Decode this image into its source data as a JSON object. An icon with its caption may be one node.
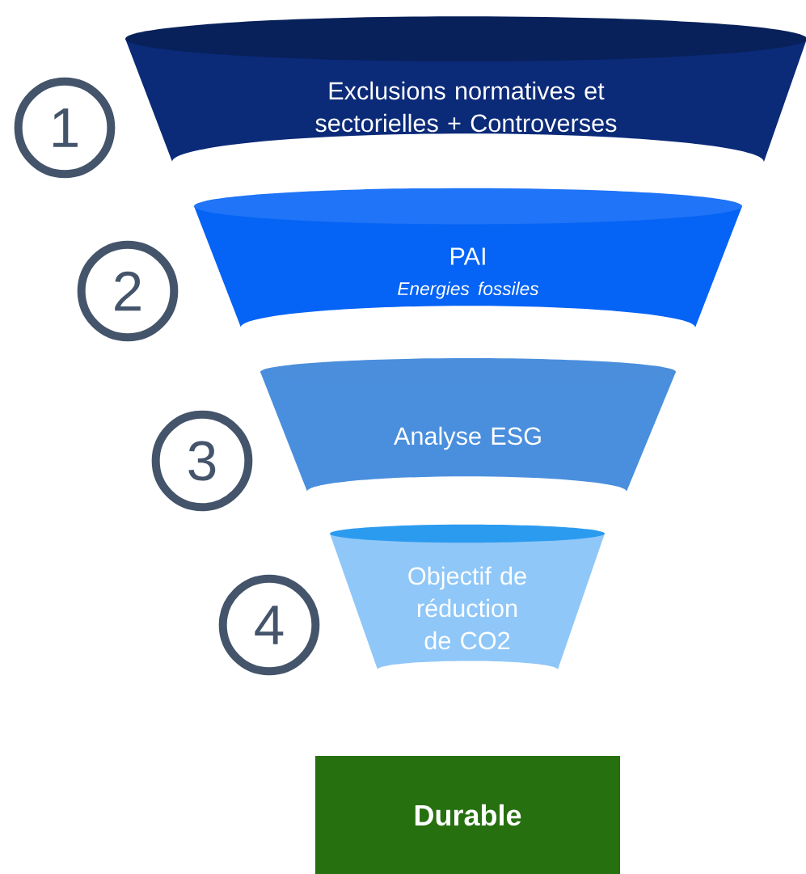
{
  "diagram": {
    "nodes": [
      {
        "text": [
          "1"
        ]
      },
      {
        "text": [
          "Exclusions normatives et sectorielles + Controverses"
        ]
      },
      {
        "text": [
          "2"
        ]
      },
      {
        "text": [
          "PAI",
          "Energies fossiles"
        ]
      },
      {
        "text": [
          "3"
        ]
      },
      {
        "text": [
          "Analyse ESG"
        ]
      },
      {
        "text": [
          "4"
        ]
      },
      {
        "text": [
          "Objectif de réduction de CO2"
        ]
      },
      {
        "text": [
          "Durable"
        ]
      }
    ]
  }
}
